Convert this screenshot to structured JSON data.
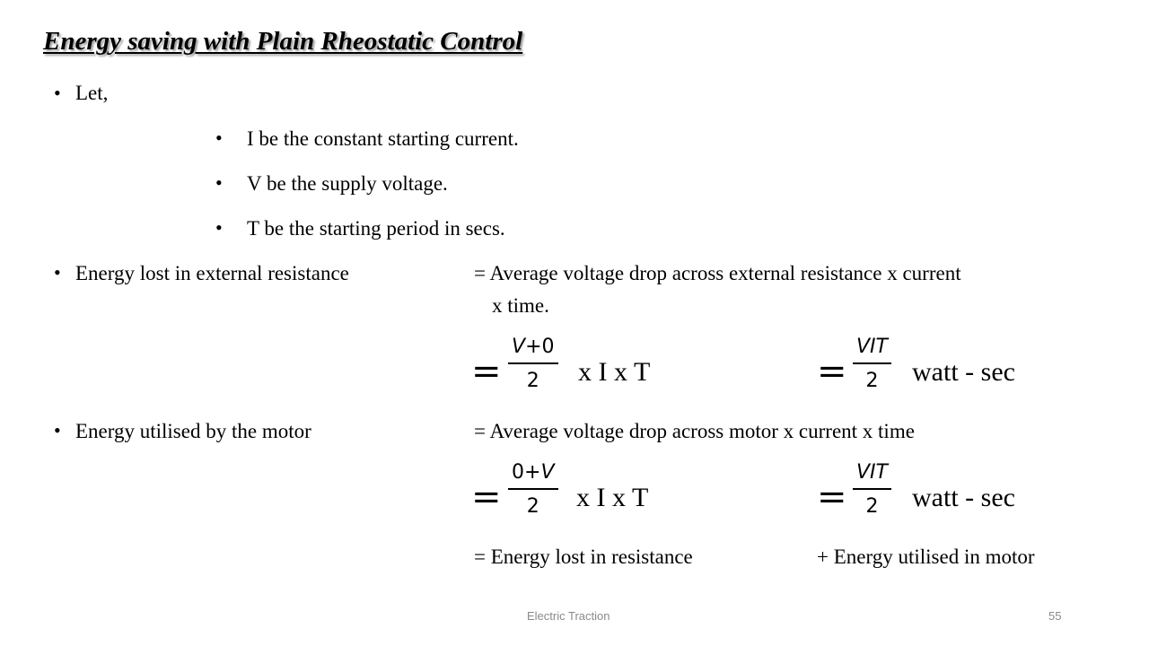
{
  "slide": {
    "title": "Energy saving with Plain Rheostatic Control",
    "let_label": "Let,",
    "definitions": [
      "I be the constant starting current.",
      "V be the supply voltage.",
      "T be the starting period in secs."
    ],
    "energy_lost": {
      "label": "Energy lost in external resistance",
      "definition_line1": "= Average voltage drop across external resistance x current",
      "definition_line2": "x time.",
      "eq_sign_1": "=",
      "fraction_1_numerator": "V",
      "fraction_1_numerator_op": "+0",
      "fraction_1_denominator": "2",
      "expr_1": "x I x T",
      "eq_sign_2": "=",
      "fraction_2_numerator": "VIT",
      "fraction_2_denominator": "2",
      "expr_2": "watt - sec"
    },
    "energy_utilised": {
      "label": "Energy utilised by the motor",
      "definition": "= Average voltage drop across motor x current x time",
      "eq_sign_1": "=",
      "fraction_1_numerator_pre": "0+",
      "fraction_1_numerator": "V",
      "fraction_1_denominator": "2",
      "expr_1": "x I x T",
      "eq_sign_2": "=",
      "fraction_2_numerator": "VIT",
      "fraction_2_denominator": "2",
      "expr_2": "watt - sec"
    },
    "summary_left": "= Energy lost in resistance",
    "summary_right": "+  Energy utilised in motor"
  },
  "footer": {
    "text": "Electric Traction",
    "page_number": "55"
  },
  "colors": {
    "text": "#000000",
    "footer": "#8a8a8a",
    "background": "#ffffff"
  }
}
